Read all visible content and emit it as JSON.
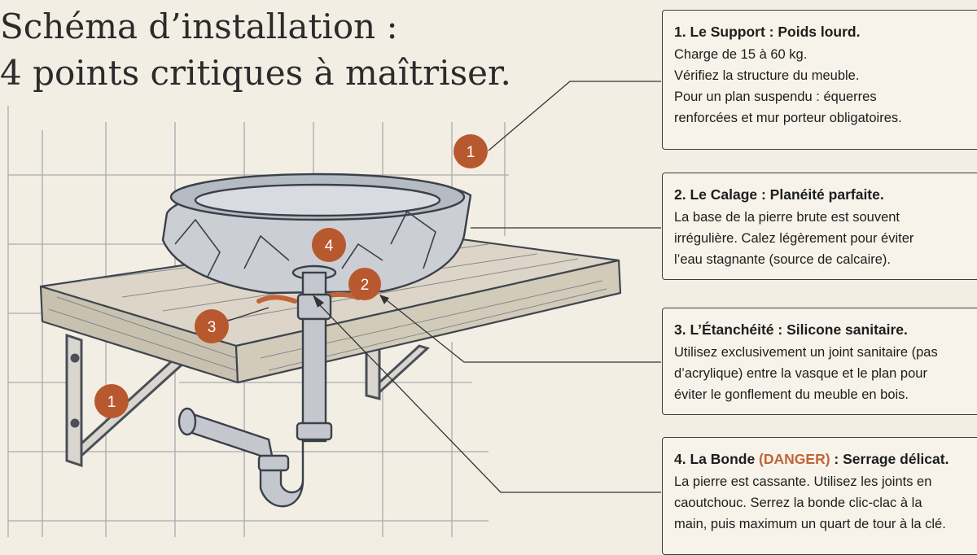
{
  "title": {
    "line1": "Schéma d’installation :",
    "line2": "4 points critiques à maîtriser."
  },
  "colors": {
    "accent": "#b8582e",
    "danger": "#c0653a",
    "paper": "#f3eee4",
    "ink": "#3c3c3c"
  },
  "markers": {
    "support": "1",
    "leveling": "2",
    "sealing": "3",
    "drain": "4"
  },
  "cards": [
    {
      "heading": "1. Le Support : Poids lourd.",
      "lines": [
        "Charge de 15 à 60 kg.",
        "Vérifiez la structure du meuble.",
        "Pour un plan suspendu : équerres",
        "renforcées et mur porteur obligatoires."
      ]
    },
    {
      "heading": "2. Le Calage : Planéité parfaite.",
      "lines": [
        "La base de la pierre brute est souvent",
        "irrégulière. Calez légèrement pour éviter",
        "l’eau stagnante (source de calcaire)."
      ]
    },
    {
      "heading": "3. L’Étanchéité : Silicone sanitaire.",
      "lines": [
        "Utilisez exclusivement un joint sanitaire (pas",
        "d’acrylique) entre la vasque et le plan pour",
        "éviter le gonflement du meuble en bois."
      ]
    },
    {
      "heading_a": "4. La Bonde ",
      "heading_danger": "(DANGER)",
      "heading_b": " : Serrage délicat.",
      "lines": [
        "La pierre est cassante. Utilisez les joints en",
        "caoutchouc. Serrez la bonde clic-clac à la",
        "main, puis maximum un quart de tour à la clé."
      ]
    }
  ]
}
